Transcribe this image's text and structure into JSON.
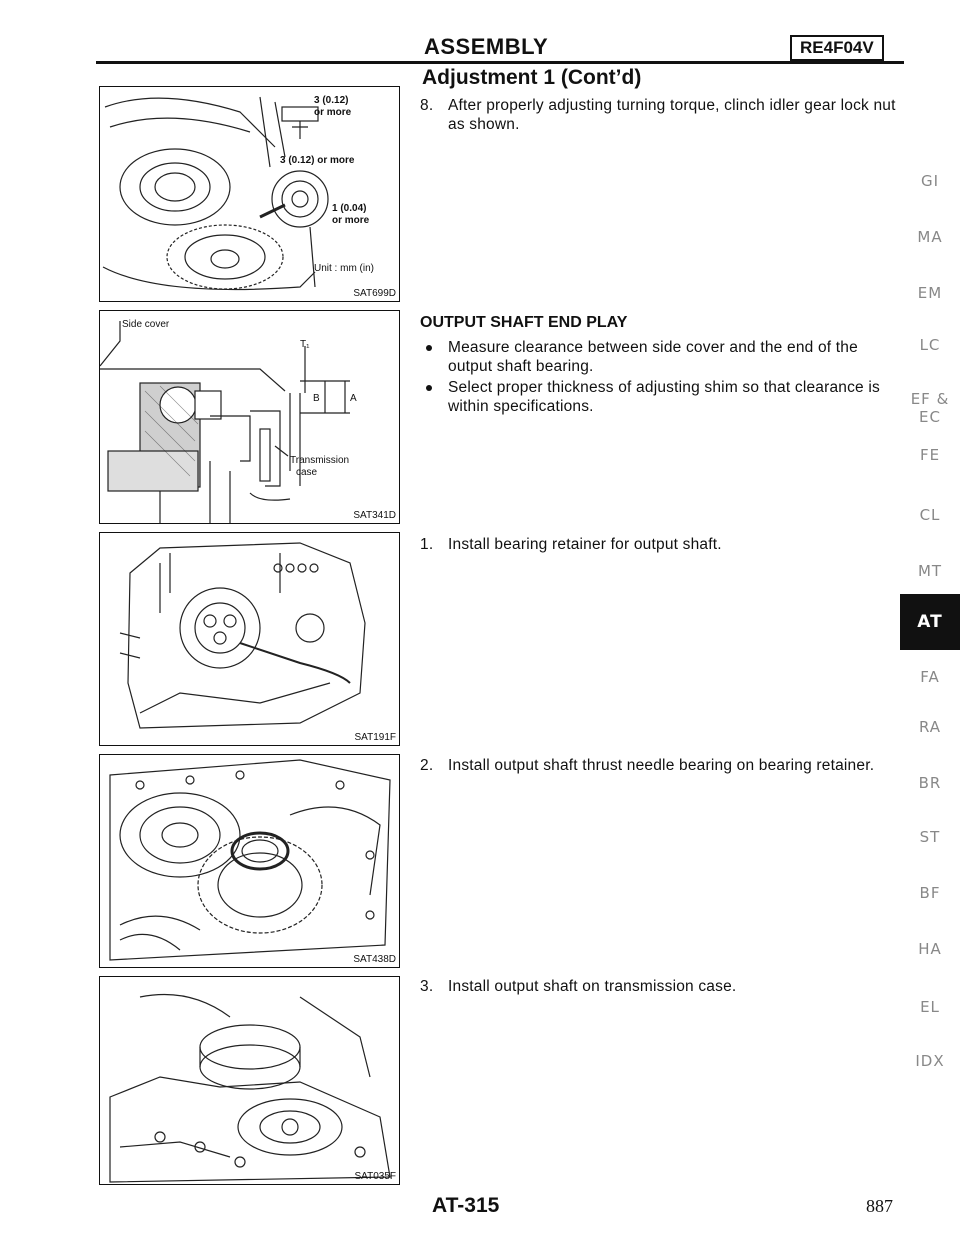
{
  "header": {
    "title": "ASSEMBLY",
    "model": "RE4F04V"
  },
  "section_title": "Adjustment 1 (Cont’d)",
  "steps": {
    "step8": {
      "num": "8.",
      "text": "After properly adjusting turning torque, clinch idler gear lock nut as shown."
    },
    "output_shaft": {
      "heading": "OUTPUT SHAFT END PLAY",
      "bullets": [
        "Measure clearance between side cover and the end of the output shaft bearing.",
        "Select proper thickness of adjusting shim so that clearance is within specifications."
      ]
    },
    "step1": {
      "num": "1.",
      "text": "Install bearing retainer for output shaft."
    },
    "step2": {
      "num": "2.",
      "text": "Install output shaft thrust needle bearing on bearing retainer."
    },
    "step3": {
      "num": "3.",
      "text": "Install output shaft on transmission case."
    }
  },
  "figures": {
    "fig1": {
      "code": "SAT699D",
      "labels": [
        "3 (0.12)",
        "or more",
        "3 (0.12) or more",
        "1 (0.04)",
        "or more",
        "Unit : mm (in)"
      ]
    },
    "fig2": {
      "code": "SAT341D",
      "labels": [
        "Side cover",
        "T₁",
        "B",
        "A",
        "Transmission",
        "case"
      ]
    },
    "fig3": {
      "code": "SAT191F"
    },
    "fig4": {
      "code": "SAT438D"
    },
    "fig5": {
      "code": "SAT035F"
    }
  },
  "side_tabs": [
    "GI",
    "MA",
    "EM",
    "LC",
    "EF &",
    "EC",
    "FE",
    "CL",
    "MT",
    "AT",
    "FA",
    "RA",
    "BR",
    "ST",
    "BF",
    "HA",
    "EL",
    "IDX"
  ],
  "active_tab": "AT",
  "footer": {
    "page_code": "AT-315",
    "page_number": "887"
  }
}
